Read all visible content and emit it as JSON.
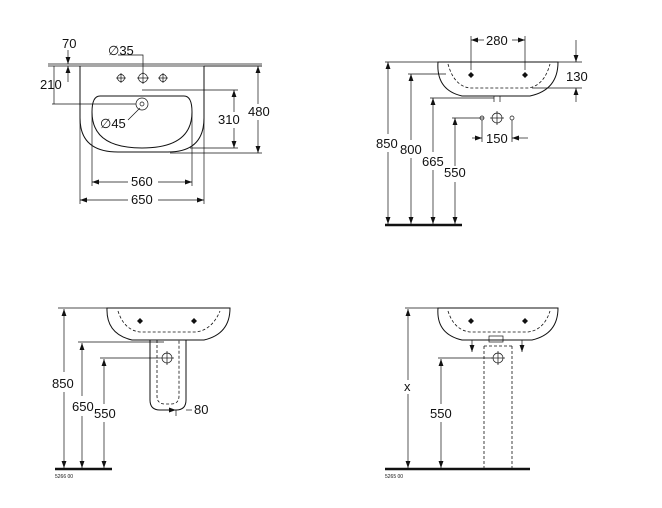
{
  "top_view": {
    "dim_70": "70",
    "dim_dia35": "∅35",
    "dim_210": "210",
    "dim_dia45": "∅45",
    "dim_480": "480",
    "dim_310": "310",
    "dim_560": "560",
    "dim_650": "650"
  },
  "side_view": {
    "dim_280": "280",
    "dim_130": "130",
    "dim_850": "850",
    "dim_800": "800",
    "dim_665": "665",
    "dim_550": "550",
    "dim_150": "150"
  },
  "half_pedestal_view": {
    "dim_850": "850",
    "dim_650": "650",
    "dim_550": "550",
    "dim_80": "80",
    "code": "5266 00"
  },
  "full_pedestal_view": {
    "dim_x": "x",
    "dim_550": "550",
    "code": "5265 00"
  }
}
